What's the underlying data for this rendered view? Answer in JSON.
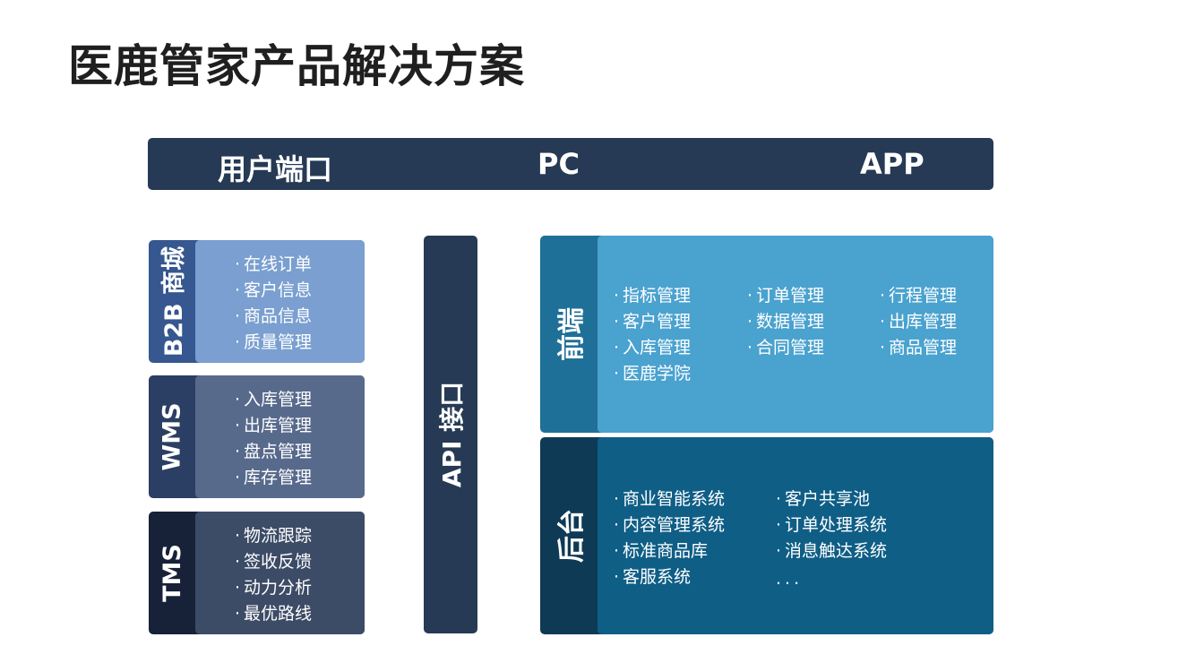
{
  "title": "医鹿管家产品解决方案",
  "top_bar": {
    "label": "用户端口",
    "pc": "PC",
    "app": "APP"
  },
  "b2b": {
    "label": "B2B 商城",
    "items": [
      "在线订单",
      "客户信息",
      "商品信息",
      "质量管理"
    ]
  },
  "wms": {
    "label": "WMS",
    "items": [
      "入库管理",
      "出库管理",
      "盘点管理",
      "库存管理"
    ]
  },
  "tms": {
    "label": "TMS",
    "items": [
      "物流跟踪",
      "签收反馈",
      "动力分析",
      "最优路线"
    ]
  },
  "api": {
    "label": "API 接口"
  },
  "frontend": {
    "label": "前端",
    "col1": [
      "指标管理",
      "客户管理",
      "入库管理",
      "医鹿学院"
    ],
    "col2": [
      "订单管理",
      "数据管理",
      "合同管理"
    ],
    "col3": [
      "行程管理",
      "出库管理",
      "商品管理"
    ]
  },
  "backend": {
    "label": "后台",
    "col1": [
      "商业智能系统",
      "内容管理系统",
      "标准商品库",
      "客服系统"
    ],
    "col2": [
      "客户共享池",
      "订单处理系统",
      "消息触达系统"
    ],
    "ellipsis": "..."
  }
}
